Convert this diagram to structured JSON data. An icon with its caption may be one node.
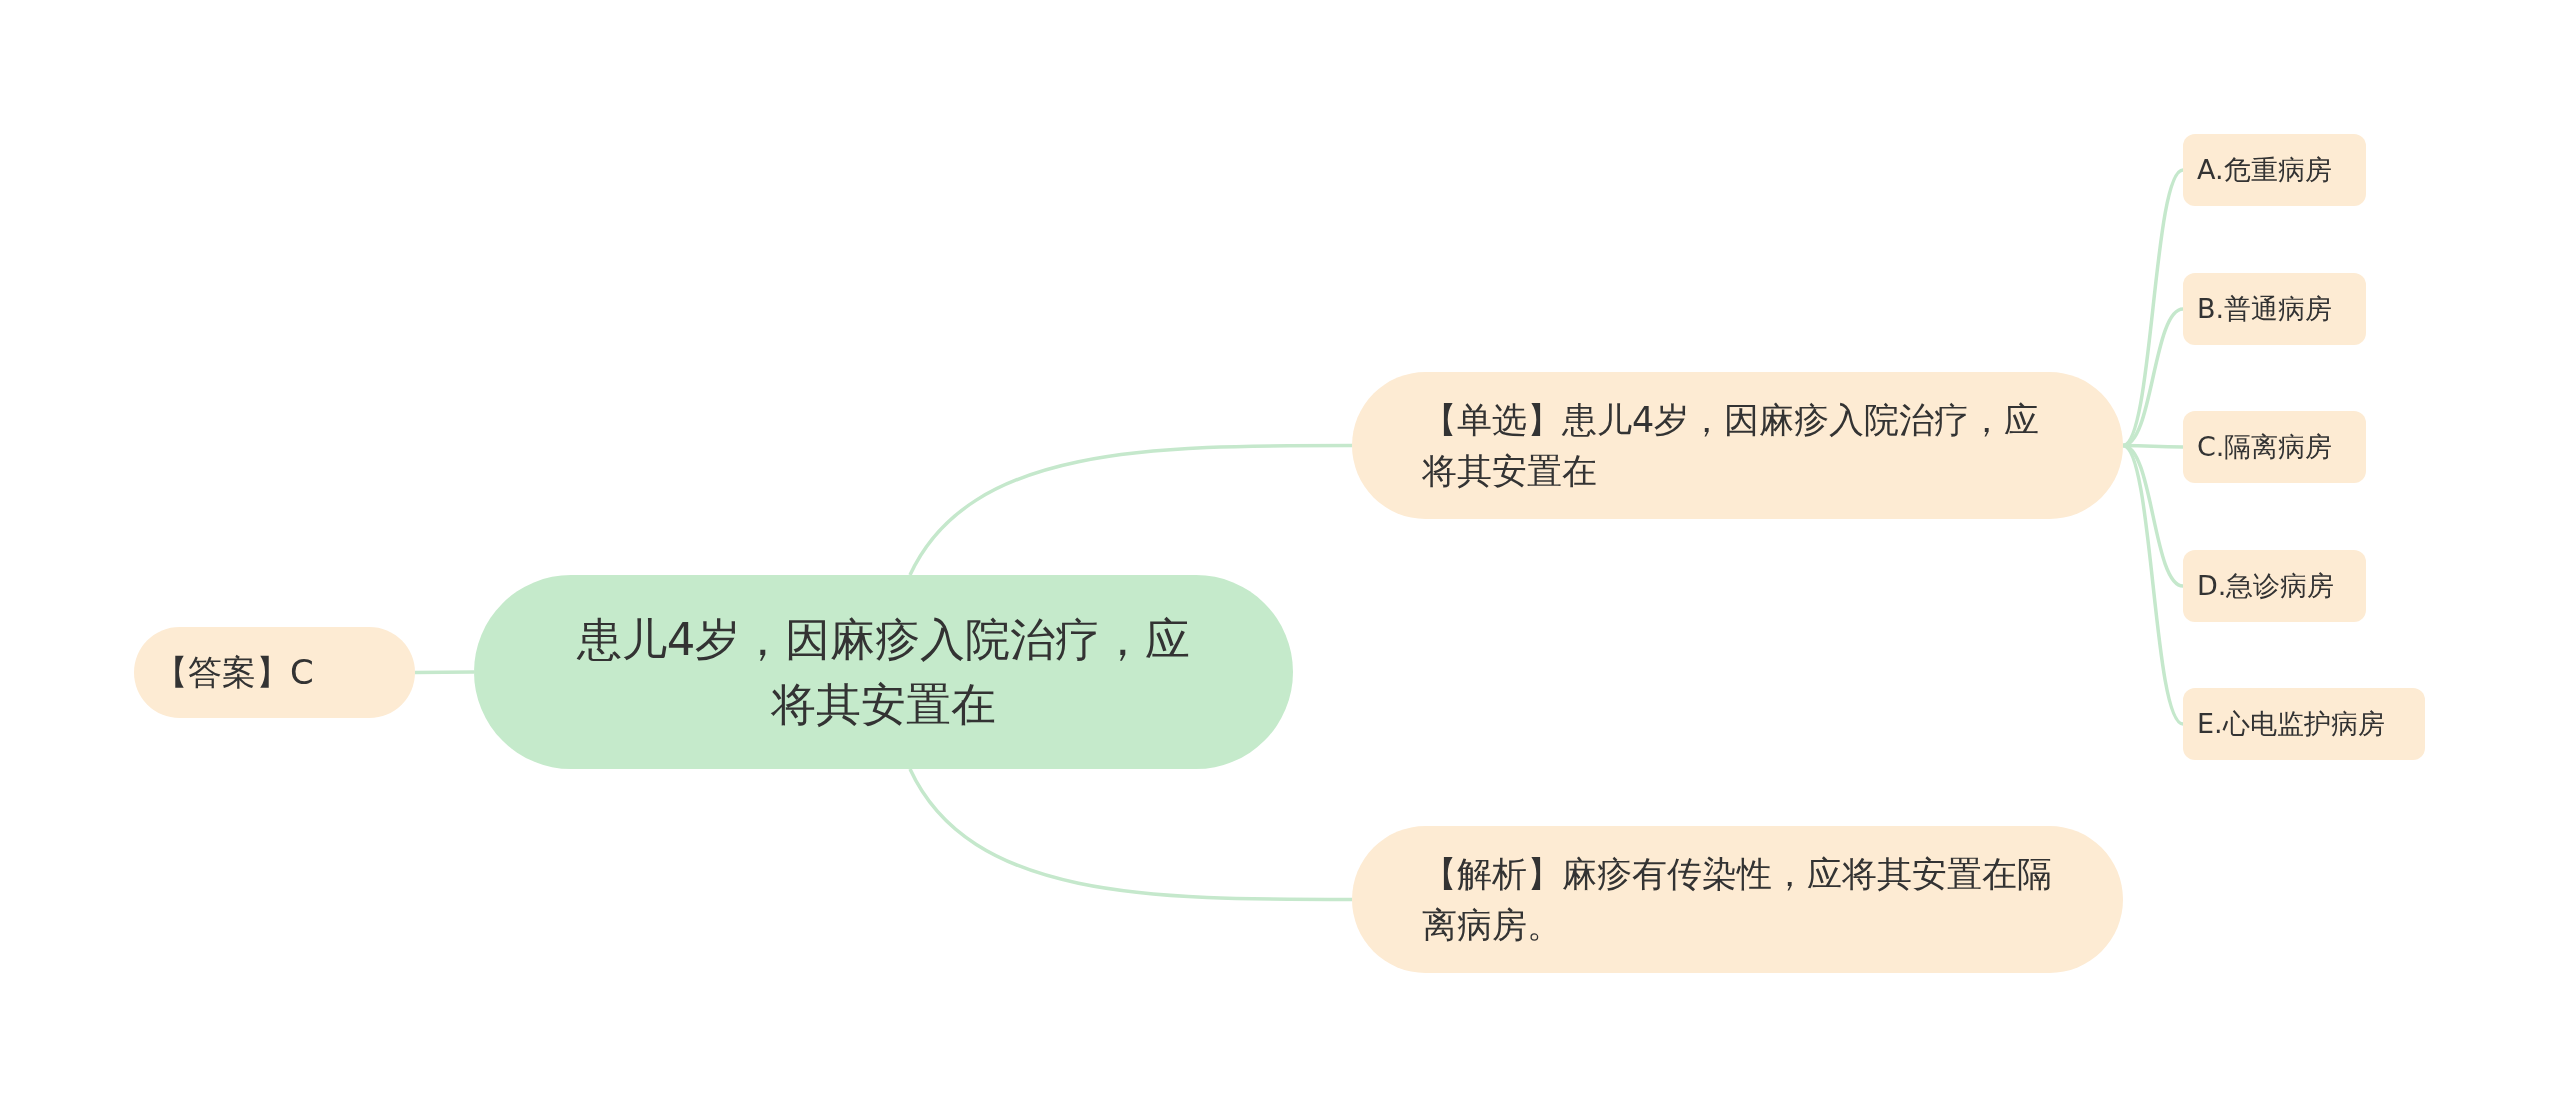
{
  "diagram": {
    "nodes": [
      {
        "text": [
          "患儿4岁，因麻疹入院治疗，应将其安置在"
        ]
      },
      {
        "text": [
          "【答案】C"
        ]
      },
      {
        "text": [
          "【单选】患儿4岁，因麻疹入院治疗，应将其安置在"
        ]
      },
      {
        "text": [
          "【解析】麻疹有传染性，应将其安置在隔离病房。"
        ]
      },
      {
        "text": [
          "A.危重病房"
        ]
      },
      {
        "text": [
          "B.普通病房"
        ]
      },
      {
        "text": [
          "C.隔离病房"
        ]
      },
      {
        "text": [
          "D.急诊病房"
        ]
      },
      {
        "text": [
          "E.心电监护病房"
        ]
      }
    ],
    "edges": [
      {
        "from": 0,
        "to": 1,
        "arrow": "none"
      },
      {
        "from": 0,
        "to": 2,
        "arrow": "none"
      },
      {
        "from": 0,
        "to": 3,
        "arrow": "none"
      },
      {
        "from": 2,
        "to": 4,
        "arrow": "none"
      },
      {
        "from": 2,
        "to": 5,
        "arrow": "none"
      },
      {
        "from": 2,
        "to": 6,
        "arrow": "none"
      },
      {
        "from": 2,
        "to": 7,
        "arrow": "none"
      },
      {
        "from": 2,
        "to": 8,
        "arrow": "none"
      }
    ]
  }
}
